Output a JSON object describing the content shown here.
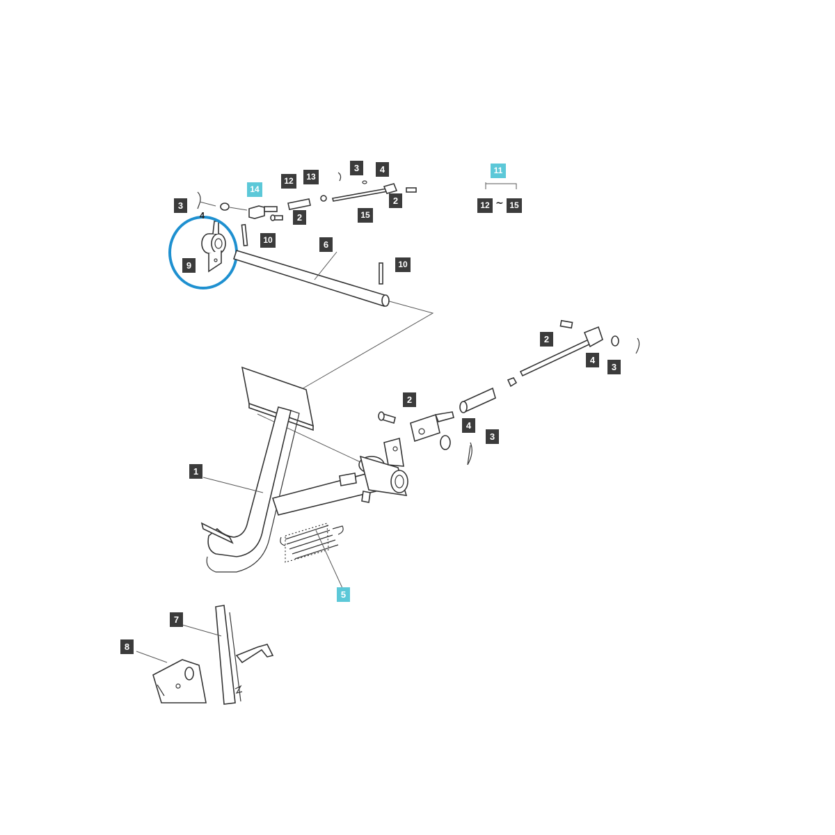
{
  "diagram": {
    "highlight_color": "#1e90d0",
    "label_color": "#3b3b3b",
    "highlight_label_color": "#5cc8d8",
    "callouts": {
      "c3_top_left": "3",
      "c4_top_left": "4",
      "c14": "14",
      "c2_top_left": "2",
      "c12_top": "12",
      "c13": "13",
      "c3_top": "3",
      "c4_top": "4",
      "c2_top_right": "2",
      "c15": "15",
      "c10_a": "10",
      "c9": "9",
      "c6": "6",
      "c10_b": "10",
      "c11": "11",
      "c12_group": "12",
      "c15_group": "15",
      "c2_right": "2",
      "c4_right": "4",
      "c3_right": "3",
      "c2_mid": "2",
      "c4_mid": "4",
      "c3_mid": "3",
      "c1": "1",
      "c5": "5",
      "c7": "7",
      "c8": "8"
    },
    "range_symbol": "~"
  }
}
